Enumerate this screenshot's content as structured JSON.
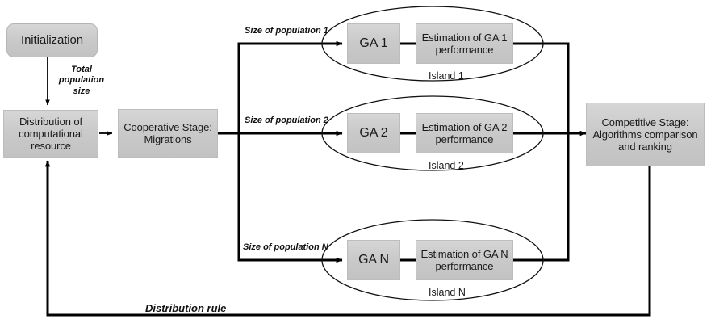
{
  "diagram": {
    "title": "Cooperative-competitive island genetic algorithm framework",
    "colors": {
      "box_fill_top": "#d6d6d6",
      "box_fill_bottom": "#c2c2c2",
      "box_border": "#b5b5b5",
      "line": "#000000",
      "text": "#1a1a1a",
      "background": "#ffffff"
    },
    "nodes": {
      "initialization": "Initialization",
      "distribution": "Distribution of\ncomputational\nresource",
      "distribution_lines": [
        "Distribution of",
        "computational",
        "resource"
      ],
      "cooperative": "Cooperative Stage:\nMigrations",
      "cooperative_lines": [
        "Cooperative Stage:",
        "Migrations"
      ],
      "competitive_lines": [
        "Competitive Stage:",
        "Algorithms comparison",
        "and ranking"
      ]
    },
    "islands": [
      {
        "ga": "GA 1",
        "estimation_lines": [
          "Estimation of GA 1",
          "performance"
        ],
        "caption": "Island 1",
        "edge_label": "Size of population 1"
      },
      {
        "ga": "GA 2",
        "estimation_lines": [
          "Estimation of GA 2",
          "performance"
        ],
        "caption": "Island 2",
        "edge_label": "Size of population 2"
      },
      {
        "ga": "GA N",
        "estimation_lines": [
          "Estimation of GA N",
          "performance"
        ],
        "caption": "Island N",
        "edge_label": "Size of population N"
      }
    ],
    "edge_labels": {
      "total_population": [
        "Total",
        "population",
        "size"
      ],
      "distribution_rule": "Distribution rule"
    }
  }
}
